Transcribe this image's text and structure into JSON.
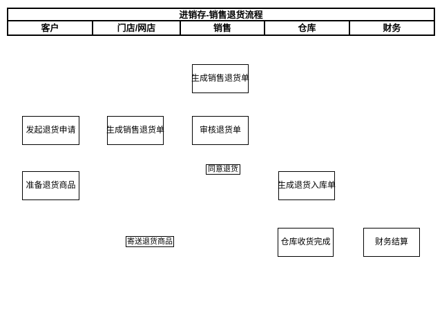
{
  "title": "进销存-销售退货流程",
  "lanes": [
    {
      "label": "客户"
    },
    {
      "label": "门店/网店"
    },
    {
      "label": "销售"
    },
    {
      "label": "仓库"
    },
    {
      "label": "财务"
    }
  ],
  "nodes": [
    {
      "id": "generate-sales-return-order-sales",
      "lane": "销售",
      "label": "生成销售退货单",
      "type": "process"
    },
    {
      "id": "initiate-return-request",
      "lane": "客户",
      "label": "发起退货申请",
      "type": "process"
    },
    {
      "id": "generate-sales-return-order-store",
      "lane": "门店/网店",
      "label": "生成销售退货单",
      "type": "process"
    },
    {
      "id": "review-return-order",
      "lane": "销售",
      "label": "审核退货单",
      "type": "process"
    },
    {
      "id": "agree-return",
      "lane": "销售",
      "label": "同意退货",
      "type": "connector-label"
    },
    {
      "id": "prepare-return-goods",
      "lane": "客户",
      "label": "准备退货商品",
      "type": "process"
    },
    {
      "id": "generate-return-inbound-order",
      "lane": "仓库",
      "label": "生成退货入库单",
      "type": "process"
    },
    {
      "id": "ship-return-goods",
      "lane": "门店/网店",
      "label": "寄送退货商品",
      "type": "connector-label"
    },
    {
      "id": "warehouse-receiving-complete",
      "lane": "仓库",
      "label": "仓库收货完成",
      "type": "process"
    },
    {
      "id": "financial-settlement",
      "lane": "财务",
      "label": "财务结算",
      "type": "process"
    }
  ],
  "colors": {
    "background": "#ffffff",
    "border": "#000000",
    "box_fill": "#ffffff",
    "text": "#000000"
  }
}
